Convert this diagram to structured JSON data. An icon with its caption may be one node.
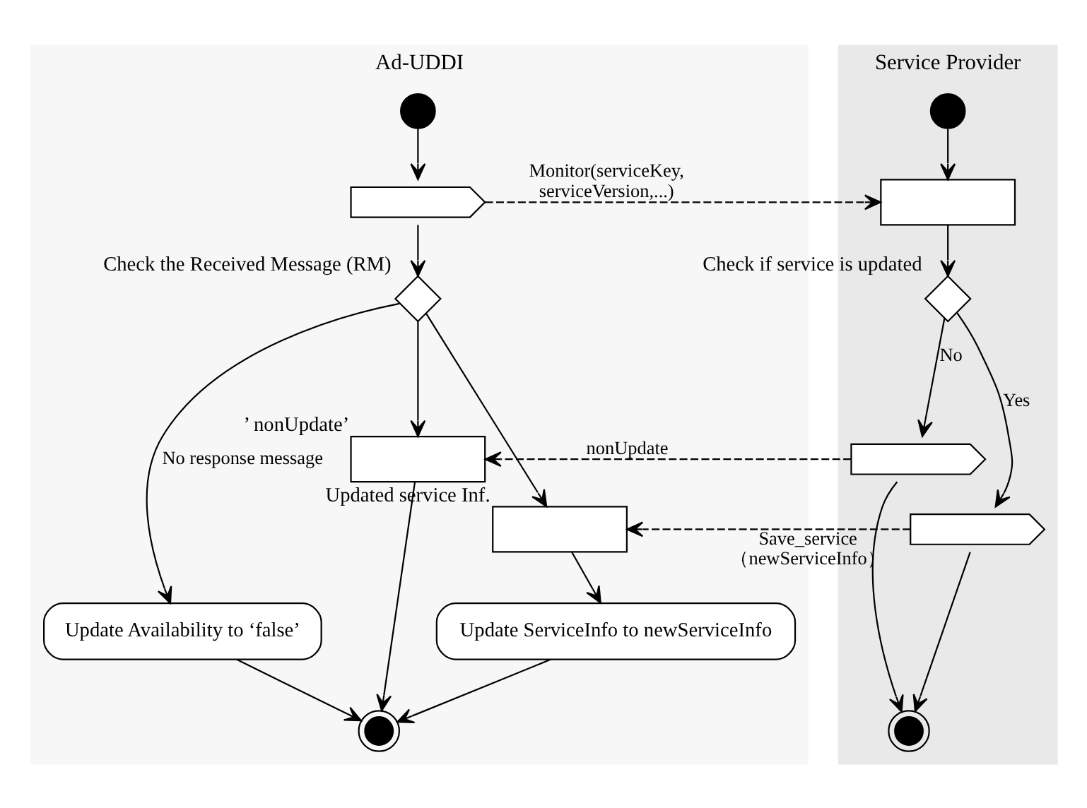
{
  "diagram": {
    "nodes": [
      {
        "text": [
          "Ad-UDDI"
        ]
      },
      {
        "text": [
          "Service Provider"
        ]
      },
      {
        "text": [],
        "shape": "circle",
        "in": 0
      },
      {
        "text": [],
        "shape": "pentagon",
        "in": 0
      },
      {
        "text": [],
        "shape": "diamond",
        "in": 0,
        "beside": [
          "Check the Received Message (RM)"
        ]
      },
      {
        "text": [],
        "shape": "box",
        "in": 0,
        "beside": [
          "’ nonUpdate’"
        ]
      },
      {
        "text": [],
        "shape": "box",
        "in": 0,
        "beside": [
          "Updated service Inf."
        ]
      },
      {
        "text": [
          "Update Availability to ‘false’"
        ],
        "in": 0
      },
      {
        "text": [
          "Update ServiceInfo to newServiceInfo"
        ],
        "in": 0
      },
      {
        "text": [],
        "shape": "bullseye",
        "in": 0
      },
      {
        "text": [],
        "shape": "circle",
        "in": 1
      },
      {
        "text": [],
        "shape": "box",
        "in": 1
      },
      {
        "text": [],
        "shape": "diamond",
        "in": 1,
        "beside": [
          "Check if service is updated"
        ]
      },
      {
        "text": [],
        "shape": "pentagon",
        "in": 1
      },
      {
        "text": [],
        "shape": "pentagon",
        "in": 1
      },
      {
        "text": [],
        "shape": "bullseye",
        "in": 1
      }
    ],
    "edges": [
      {
        "from": 2,
        "to": 3,
        "arrow": "to"
      },
      {
        "from": 3,
        "to": 11,
        "arrow": "to",
        "style": "dashed",
        "label": "Monitor(serviceKey, serviceVersion,...)"
      },
      {
        "from": 3,
        "to": 4,
        "arrow": "to"
      },
      {
        "from": 4,
        "to": 7,
        "arrow": "to",
        "label": "No response message"
      },
      {
        "from": 4,
        "to": 5,
        "arrow": "to"
      },
      {
        "from": 4,
        "to": 6,
        "arrow": "to"
      },
      {
        "from": 5,
        "to": 9,
        "arrow": "to"
      },
      {
        "from": 6,
        "to": 8,
        "arrow": "to"
      },
      {
        "from": 7,
        "to": 9,
        "arrow": "to"
      },
      {
        "from": 8,
        "to": 9,
        "arrow": "to"
      },
      {
        "from": 10,
        "to": 11,
        "arrow": "to"
      },
      {
        "from": 11,
        "to": 12,
        "arrow": "to"
      },
      {
        "from": 12,
        "to": 13,
        "arrow": "to",
        "label": "No"
      },
      {
        "from": 12,
        "to": 14,
        "arrow": "to",
        "label": "Yes"
      },
      {
        "from": 13,
        "to": 5,
        "arrow": "to",
        "style": "dashed",
        "label": "nonUpdate"
      },
      {
        "from": 14,
        "to": 6,
        "arrow": "to",
        "style": "dashed",
        "label": "Save_service （newServiceInfo）"
      },
      {
        "from": 13,
        "to": 15,
        "arrow": "to"
      },
      {
        "from": 14,
        "to": 15,
        "arrow": "to"
      }
    ]
  }
}
